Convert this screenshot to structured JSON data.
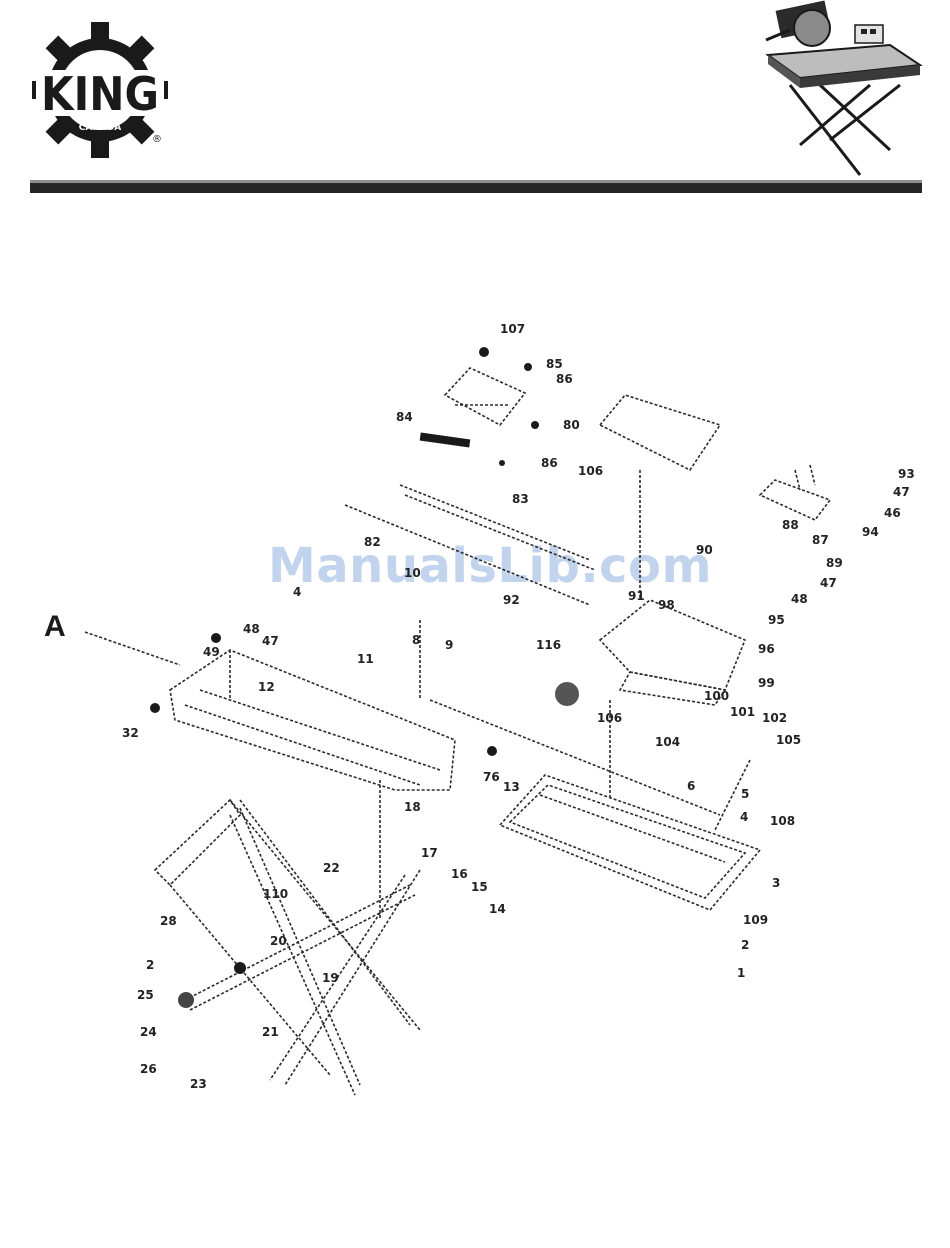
{
  "brand": {
    "logo_text": "KING",
    "logo_subtext": "CANADA",
    "registered_mark": "®"
  },
  "product_image": "tile-saw-on-stand-photo",
  "diagram": {
    "section_letter": "A",
    "watermark": "ManualsLib.com",
    "callouts": [
      {
        "id": "c107",
        "text": "107"
      },
      {
        "id": "c85a",
        "text": "85"
      },
      {
        "id": "c86a",
        "text": "86"
      },
      {
        "id": "c84",
        "text": "84"
      },
      {
        "id": "c80",
        "text": "80"
      },
      {
        "id": "c86b",
        "text": "86"
      },
      {
        "id": "c106a",
        "text": "106"
      },
      {
        "id": "c83",
        "text": "83"
      },
      {
        "id": "c82",
        "text": "82"
      },
      {
        "id": "c93",
        "text": "93"
      },
      {
        "id": "c47a",
        "text": "47"
      },
      {
        "id": "c46",
        "text": "46"
      },
      {
        "id": "c94",
        "text": "94"
      },
      {
        "id": "c88",
        "text": "88"
      },
      {
        "id": "c87",
        "text": "87"
      },
      {
        "id": "c90",
        "text": "90"
      },
      {
        "id": "c89",
        "text": "89"
      },
      {
        "id": "c47b",
        "text": "47"
      },
      {
        "id": "c48a",
        "text": "48"
      },
      {
        "id": "c95",
        "text": "95"
      },
      {
        "id": "c92",
        "text": "92"
      },
      {
        "id": "c91",
        "text": "91"
      },
      {
        "id": "c98",
        "text": "98"
      },
      {
        "id": "c96",
        "text": "96"
      },
      {
        "id": "c99",
        "text": "99"
      },
      {
        "id": "c116",
        "text": "116"
      },
      {
        "id": "c10",
        "text": "10"
      },
      {
        "id": "c9",
        "text": "9"
      },
      {
        "id": "c8",
        "text": "8"
      },
      {
        "id": "c4a",
        "text": "4"
      },
      {
        "id": "c48b",
        "text": "48"
      },
      {
        "id": "c47c",
        "text": "47"
      },
      {
        "id": "c49",
        "text": "49"
      },
      {
        "id": "c11",
        "text": "11"
      },
      {
        "id": "c12",
        "text": "12"
      },
      {
        "id": "c32",
        "text": "32"
      },
      {
        "id": "c106b",
        "text": "106"
      },
      {
        "id": "c100",
        "text": "100"
      },
      {
        "id": "c101",
        "text": "101"
      },
      {
        "id": "c102",
        "text": "102"
      },
      {
        "id": "c105",
        "text": "105"
      },
      {
        "id": "c104",
        "text": "104"
      },
      {
        "id": "c6",
        "text": "6"
      },
      {
        "id": "c5",
        "text": "5"
      },
      {
        "id": "c4b",
        "text": "4"
      },
      {
        "id": "c108",
        "text": "108"
      },
      {
        "id": "c76",
        "text": "76"
      },
      {
        "id": "c13",
        "text": "13"
      },
      {
        "id": "c18",
        "text": "18"
      },
      {
        "id": "c17",
        "text": "17"
      },
      {
        "id": "c16",
        "text": "16"
      },
      {
        "id": "c15",
        "text": "15"
      },
      {
        "id": "c14",
        "text": "14"
      },
      {
        "id": "c3",
        "text": "3"
      },
      {
        "id": "c109",
        "text": "109"
      },
      {
        "id": "c2a",
        "text": "2"
      },
      {
        "id": "c1",
        "text": "1"
      },
      {
        "id": "c22",
        "text": "22"
      },
      {
        "id": "c110",
        "text": "110"
      },
      {
        "id": "c20",
        "text": "20"
      },
      {
        "id": "c19",
        "text": "19"
      },
      {
        "id": "c28a",
        "text": "28"
      },
      {
        "id": "c2b",
        "text": "2"
      },
      {
        "id": "c25",
        "text": "25"
      },
      {
        "id": "c24",
        "text": "24"
      },
      {
        "id": "c21",
        "text": "21"
      },
      {
        "id": "c26",
        "text": "26"
      },
      {
        "id": "c23",
        "text": "23"
      }
    ]
  },
  "colors": {
    "ink": "#1a1a1a",
    "rule_dark": "#262626",
    "rule_light": "#8d8d8d",
    "watermark": "#7ca3d6"
  }
}
